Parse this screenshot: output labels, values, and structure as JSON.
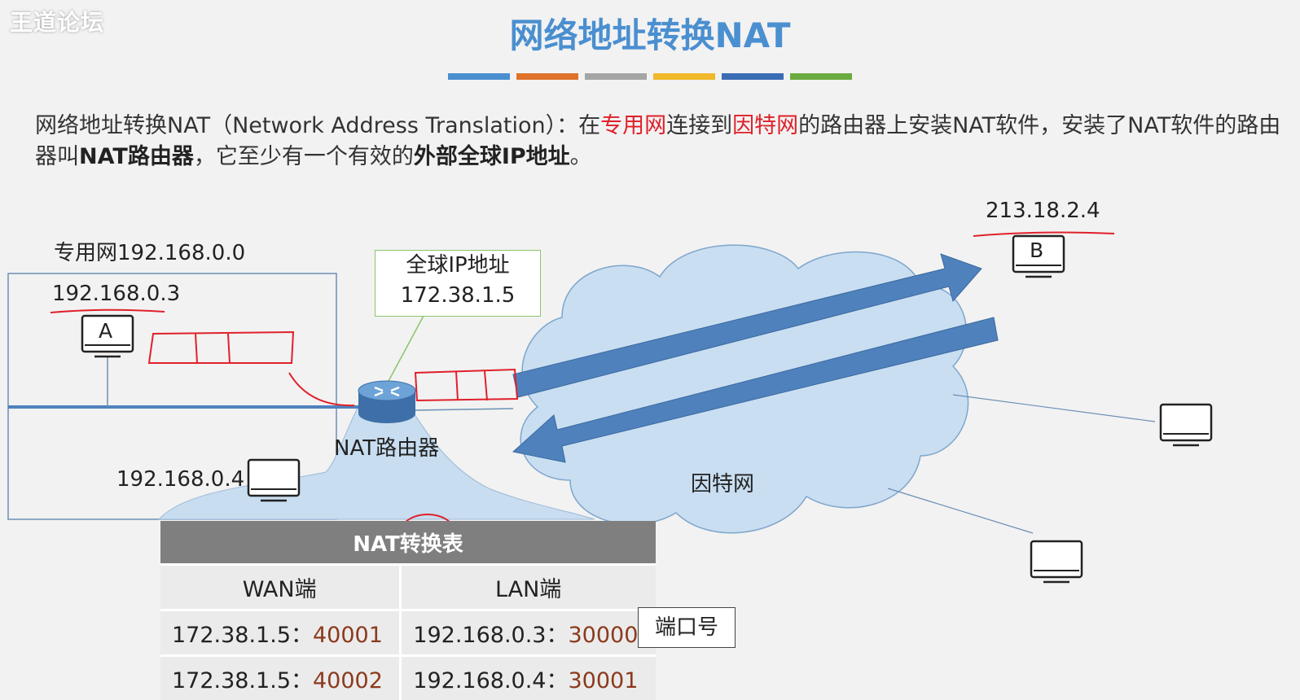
{
  "watermark": "王道论坛",
  "title": "网络地址转换NAT",
  "accent_bars": [
    "#4a8fd0",
    "#e0722a",
    "#a5a5a5",
    "#f0b82a",
    "#3b6db5",
    "#6aab3f"
  ],
  "intro": {
    "p1": "网络地址转换NAT（Network Address Translation）：在",
    "p2": "专用网",
    "p3": "连接到",
    "p4": "因特网",
    "p5": "的路由器上安装NAT软件，安装了NAT软件的路由器叫",
    "p6": "NAT路由器",
    "p7": "，它至少有一个有效的",
    "p8": "外部全球IP地址",
    "p9": "。"
  },
  "diagram": {
    "private_net_label": "专用网192.168.0.0",
    "host_a_ip": "192.168.0.3",
    "host_a_letter": "A",
    "host_4_ip": "192.168.0.4",
    "router_label": "NAT路由器",
    "callout_line1": "全球IP地址",
    "callout_line2": "172.38.1.5",
    "internet_label": "因特网",
    "host_b_ip": "213.18.2.4",
    "host_b_letter": "B"
  },
  "nat_table": {
    "title": "NAT转换表",
    "col_wan": "WAN端",
    "col_lan": "LAN端",
    "rows": [
      {
        "wan_ip": "172.38.1.5：",
        "wan_port": "40001",
        "lan_ip": "192.168.0.3：",
        "lan_port": "30000"
      },
      {
        "wan_ip": "172.38.1.5：",
        "wan_port": "40002",
        "lan_ip": "192.168.0.4：",
        "lan_port": "30001"
      }
    ]
  },
  "port_callout": "端口号",
  "colors": {
    "title": "#4a8fd0",
    "highlight": "#e0202a",
    "port": "#8b3a1d",
    "arrow": "#4f81bd"
  }
}
